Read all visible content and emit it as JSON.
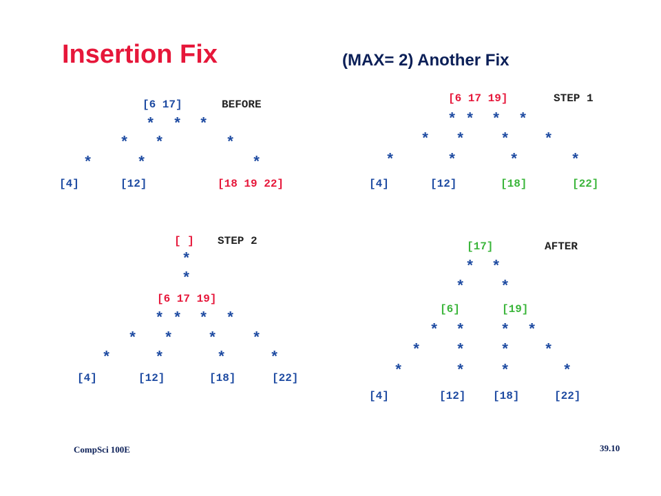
{
  "slide": {
    "title": "Insertion Fix",
    "subtitle": "(MAX= 2) Another Fix",
    "footer_left": "CompSci 100E",
    "footer_right": "39.10"
  },
  "before": {
    "root": "[6 17]",
    "label": "BEFORE",
    "leaves": [
      "[4]",
      "[12]",
      "[18 19 22]"
    ]
  },
  "step1": {
    "root": "[6 17 19]",
    "label": "STEP 1",
    "leaves": [
      "[4]",
      "[12]",
      "[18]",
      "[22]"
    ]
  },
  "step2": {
    "root": "[ ]",
    "label": "STEP 2",
    "middle": "[6 17 19]",
    "leaves": [
      "[4]",
      "[12]",
      "[18]",
      "[22]"
    ]
  },
  "after": {
    "root": "[17]",
    "label": "AFTER",
    "left_child": "[6]",
    "right_child": "[19]",
    "leaves": [
      "[4]",
      "[12]",
      "[18]",
      "[22]"
    ]
  },
  "star_glyph": "*",
  "colors": {
    "title": "#e6173a",
    "highlight_red": "#e6173a",
    "highlight_green": "#3ab53a",
    "node_blue": "#1d4aa1",
    "subtitle": "#0b1f57"
  }
}
